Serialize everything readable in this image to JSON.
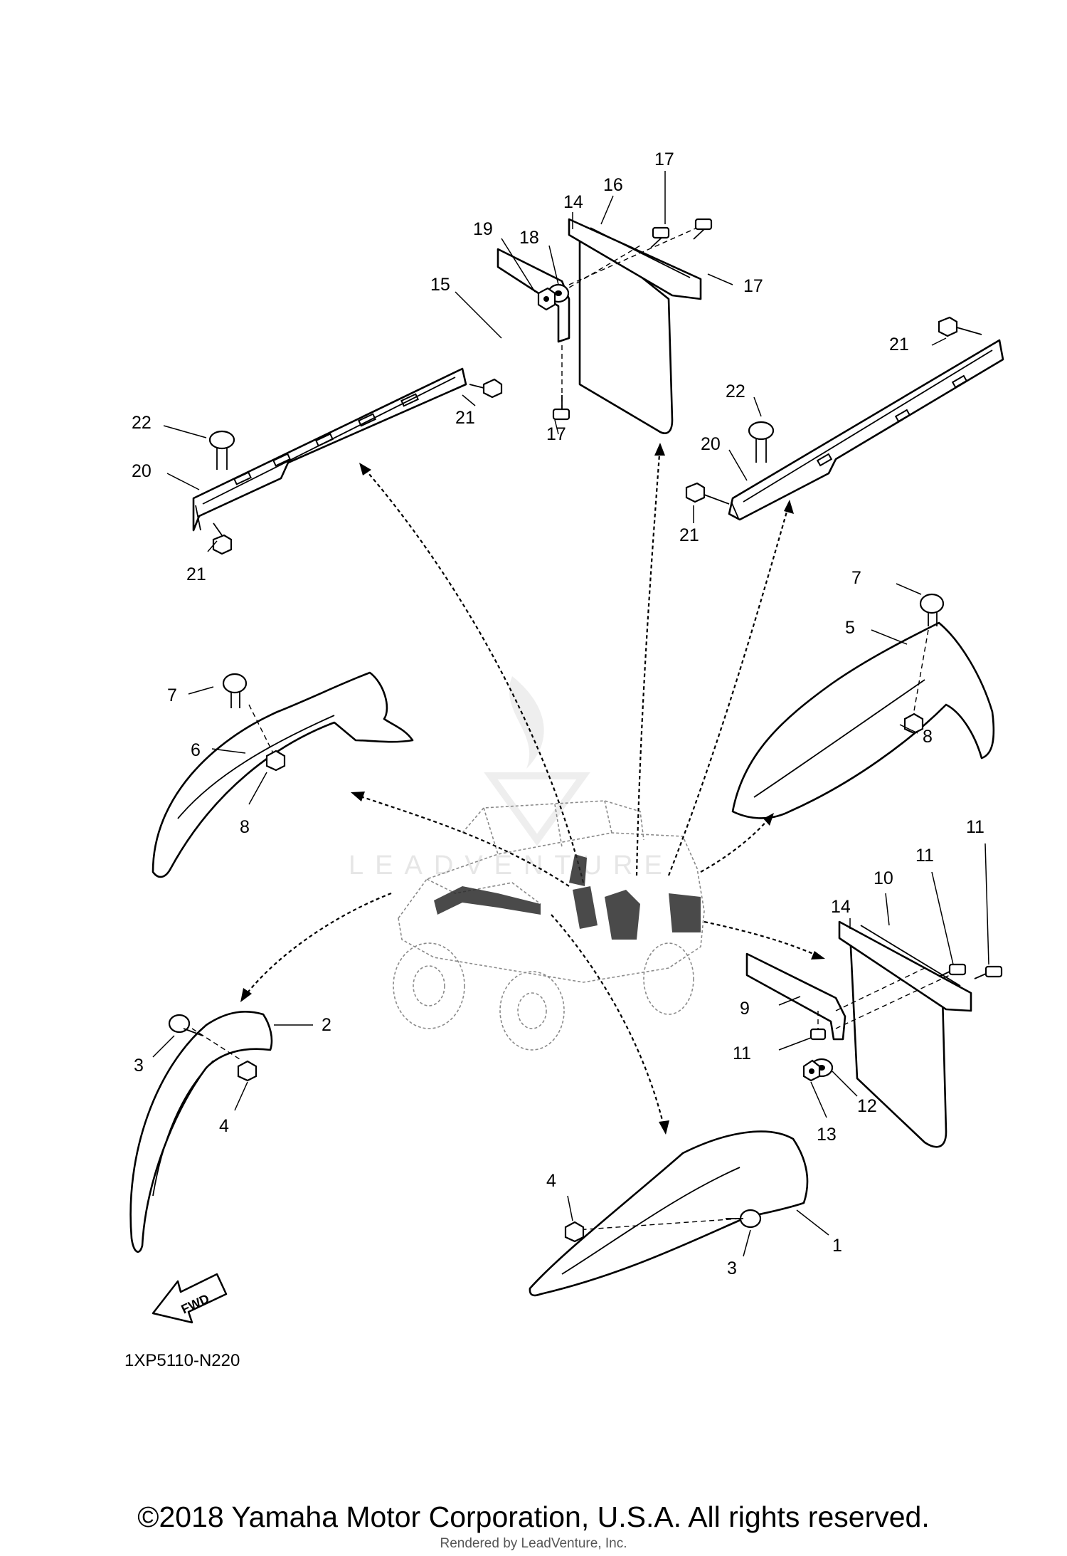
{
  "diagram": {
    "code": "1XP5110-N220",
    "fwd_label": "FWD",
    "watermark": "LEADVENTURE",
    "copyright": "©2018 Yamaha Motor Corporation, U.S.A. All rights reserved.",
    "rendered_by": "Rendered by LeadVenture, Inc."
  },
  "callouts": {
    "c1": "1",
    "c2": "2",
    "c3a": "3",
    "c3b": "3",
    "c4a": "4",
    "c4b": "4",
    "c5": "5",
    "c6": "6",
    "c7a": "7",
    "c7b": "7",
    "c8a": "8",
    "c8b": "8",
    "c9": "9",
    "c10": "10",
    "c11a": "11",
    "c11b": "11",
    "c11c": "11",
    "c12": "12",
    "c13": "13",
    "c14a": "14",
    "c14b": "14",
    "c15": "15",
    "c16": "16",
    "c17a": "17",
    "c17b": "17",
    "c17c": "17",
    "c18": "18",
    "c19": "19",
    "c20a": "20",
    "c20b": "20",
    "c21a": "21",
    "c21b": "21",
    "c21c": "21",
    "c21d": "21",
    "c22a": "22",
    "c22b": "22"
  }
}
